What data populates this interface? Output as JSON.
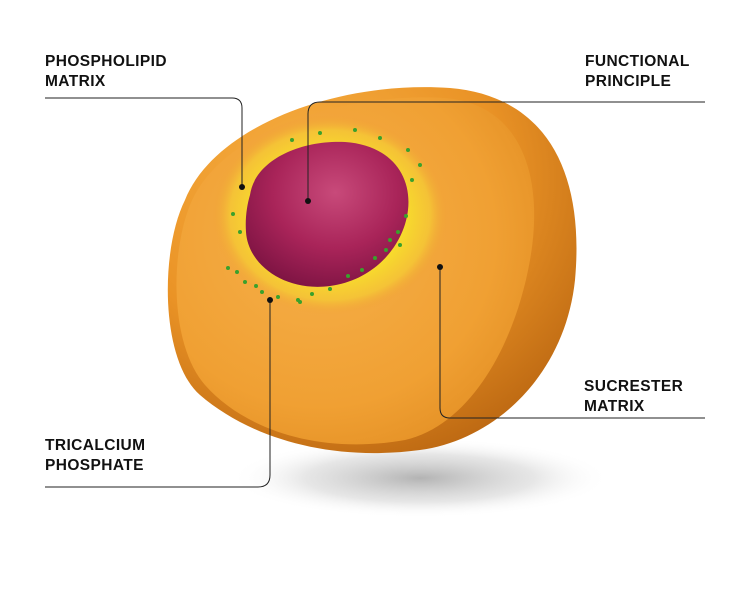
{
  "labels": {
    "phospholipid": [
      "PHOSPHOLIPID",
      "MATRIX"
    ],
    "functional": [
      "FUNCTIONAL",
      "PRINCIPLE"
    ],
    "sucrester": [
      "SUCRESTER",
      "MATRIX"
    ],
    "tricalcium": [
      "TRICALCIUM",
      "PHOSPHATE"
    ]
  },
  "colors": {
    "outer_matrix": "#f0a23a",
    "outer_matrix_dark": "#d27e1f",
    "yellow_layer": "#f8e02a",
    "core": "#b0285f",
    "granules": "#3aa12c",
    "leader_lines": "#222222"
  }
}
